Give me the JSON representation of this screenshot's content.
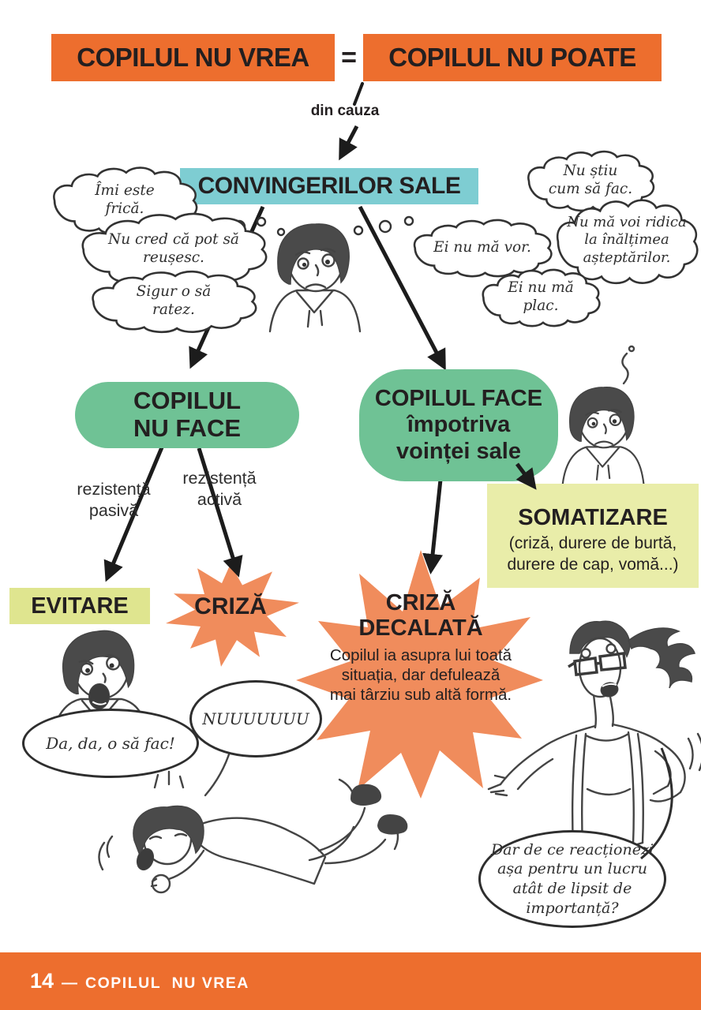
{
  "header": {
    "title_left": "COPILUL NU VREA",
    "equals_sign": "=",
    "title_right": "COPILUL NU POATE",
    "cause_label": "din cauza",
    "beliefs_box": "CONVINGERILOR SALE"
  },
  "thought_bubbles_left": [
    {
      "text": "Îmi este frică."
    },
    {
      "text": "Nu cred că pot să reușesc."
    },
    {
      "text": "Sigur o să ratez."
    }
  ],
  "thought_bubbles_right": [
    {
      "text": "Nu știu cum să fac."
    },
    {
      "text": "Ei nu mă vor."
    },
    {
      "text": "Nu mă voi ridica la înălțimea așteptărilor."
    },
    {
      "text": "Ei nu mă plac."
    }
  ],
  "branch_not_do": {
    "node_line1": "COPILUL",
    "node_line2": "NU FACE",
    "passive_line1": "rezistență",
    "passive_line2": "pasivă",
    "active_line1": "rezistență",
    "active_line2": "activă",
    "avoidance_label": "EVITARE",
    "crisis_label": "CRIZĂ"
  },
  "branch_do": {
    "node_line1": "COPILUL FACE",
    "node_line2": "împotriva",
    "node_line3": "voinței sale",
    "delayed_crisis_title1": "CRIZĂ",
    "delayed_crisis_title2": "DECALATĂ",
    "delayed_crisis_body": "Copilul ia asupra lui toată situația, dar defulează mai târziu sub altă formă.",
    "somatization_title": "SOMATIZARE",
    "somatization_sub": "(criză, durere de burtă, durere de cap, vomă...)"
  },
  "speech_bubbles": {
    "avoid_boy": "Da, da, o să fac!",
    "tantrum_boy": "NUUUUUUU",
    "mother": "Dar de ce reacționezi așa pentru un lucru atât de lipsit de importanță?"
  },
  "footer": {
    "page_number": "14",
    "separator": "—",
    "chapter": "COPILUL  NU VREA"
  },
  "colors": {
    "orange": "#ED6E2E",
    "star_orange": "#F08C5C",
    "teal": "#7ECDD2",
    "green": "#6FC295",
    "light_green": "#DFE58F",
    "pale_yellow": "#E9EDA9",
    "ink": "#231F20"
  }
}
